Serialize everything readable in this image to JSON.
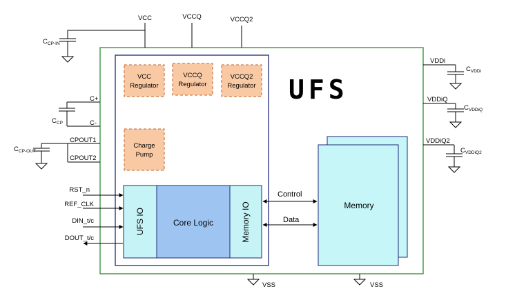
{
  "title": "UFS",
  "power_pins": {
    "vcc": "VCC",
    "vccq": "VCCQ",
    "vccq2": "VCCQ2"
  },
  "regulators": {
    "vcc": [
      "VCC",
      "Regulator"
    ],
    "vccq": [
      "VCCQ",
      "Regulator"
    ],
    "vccq2": [
      "VCCQ2",
      "Regulator"
    ]
  },
  "charge_pump": [
    "Charge",
    "Pump"
  ],
  "left_caps": {
    "cp_in": {
      "main": "C",
      "sub": "CP-IN"
    },
    "cp": {
      "main": "C",
      "sub": "CP"
    },
    "cp_out": {
      "main": "C",
      "sub": "CP-OUT"
    }
  },
  "left_pins": {
    "c_plus": "C+",
    "c_minus": "C-",
    "cpout1": "CPOUT1",
    "cpout2": "CPOUT2"
  },
  "signals": {
    "rst": "RST_n",
    "ref_clk": "REF_CLK",
    "din": "DIN_t/c",
    "dout": "DOUT_t/c"
  },
  "blocks": {
    "ufs_io": "UFS IO",
    "core_logic": "Core Logic",
    "memory_io": "Memory IO",
    "memory": "Memory"
  },
  "buses": {
    "control": "Control",
    "data": "Data"
  },
  "right_pins": {
    "vddi": {
      "pin": "VDDi",
      "cap": "C",
      "cap_sub": "VDDi"
    },
    "vddiq": {
      "pin": "VDDiQ",
      "cap": "C",
      "cap_sub": "VDDiQ"
    },
    "vddiq2": {
      "pin": "VDDiQ2",
      "cap": "C",
      "cap_sub": "VDDiQ2"
    }
  },
  "ground": {
    "vss_left": "VSS",
    "vss_right": "VSS"
  },
  "colors": {
    "outer_border": "#2e8b2e",
    "regulator_fill": "#f9c9a4",
    "regulator_border": "#c0612b",
    "io_fill": "#c6f3f6",
    "core_fill": "#9ec5f2",
    "memory_fill": "#c6f6f8",
    "inner_border": "#1f2a7a"
  }
}
